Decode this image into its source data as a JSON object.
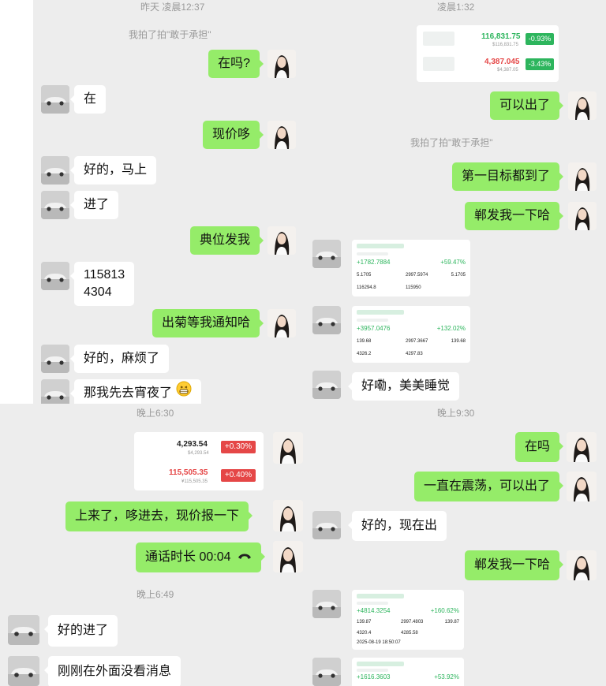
{
  "panels": {
    "top_left": {
      "timestamp": "昨天 凌晨12:37",
      "system_notice": "我拍了拍\"敢于承担\"",
      "messages": [
        {
          "side": "me",
          "text": "在吗?"
        },
        {
          "side": "other",
          "text": "在"
        },
        {
          "side": "me",
          "text": "现价哆"
        },
        {
          "side": "other",
          "text": "好的，马上"
        },
        {
          "side": "other",
          "text": "进了"
        },
        {
          "side": "me",
          "text": "典位发我"
        },
        {
          "side": "other",
          "lines": [
            "115813",
            "4304"
          ]
        },
        {
          "side": "me",
          "text": "出菊等我通知哈"
        },
        {
          "side": "other",
          "text": "好的，麻烦了"
        },
        {
          "side": "other",
          "text": "那我先去宵夜了",
          "emoji": "grin-emoji"
        }
      ]
    },
    "top_right": {
      "timestamp": "凌晨1:32",
      "ticker_card": {
        "rows": [
          {
            "price": "116,831.75",
            "sub": "$116,831.75",
            "change": "-0.93%",
            "color": "#2db55d"
          },
          {
            "price": "4,387.045",
            "sub": "$4,387.05",
            "change": "-3.43%",
            "color": "#e54747"
          }
        ]
      },
      "messages_a": [
        {
          "side": "me",
          "text": "可以出了"
        }
      ],
      "system_notice": "我拍了拍\"敢于承担\"",
      "messages_b": [
        {
          "side": "me",
          "text": "第一目标都到了"
        },
        {
          "side": "me",
          "text": "郸发我一下哈"
        }
      ],
      "trade_cards": [
        {
          "pnl": "+1782.7884",
          "roi": "+59.47%",
          "v1": "5.1705",
          "v2": "2997.5974",
          "v3": "5.1705",
          "v4": "116294.8",
          "v5": "115950"
        },
        {
          "pnl": "+3957.0476",
          "roi": "+132.02%",
          "v1": "139.68",
          "v2": "2997.3667",
          "v3": "139.68",
          "v4": "4326.2",
          "v5": "4297.83"
        }
      ],
      "messages_c": [
        {
          "side": "other",
          "text": "好嘞，美美睡觉"
        }
      ]
    },
    "bottom_left": {
      "timestamp": "晚上6:30",
      "ticker_card": {
        "rows": [
          {
            "price": "4,293.54",
            "sub": "$4,293.54",
            "change": "+0.30%",
            "color": "#222222"
          },
          {
            "price": "115,505.35",
            "sub": "¥115,505.35",
            "change": "+0.40%",
            "color": "#e54747"
          }
        ]
      },
      "messages_a": [
        {
          "side": "me",
          "text": "上来了，哆进去，现价报一下"
        },
        {
          "side": "me",
          "text": "通话时长  00:04",
          "icon": "phone-hangup-icon"
        }
      ],
      "timestamp_2": "晚上6:49",
      "messages_b": [
        {
          "side": "other",
          "text": "好的进了"
        },
        {
          "side": "other",
          "text": "刚刚在外面没看消息"
        }
      ]
    },
    "bottom_right": {
      "timestamp": "晚上9:30",
      "messages_a": [
        {
          "side": "me",
          "text": "在吗"
        },
        {
          "side": "me",
          "text": "一直在震荡，可以出了"
        },
        {
          "side": "other",
          "text": "好的，现在出"
        },
        {
          "side": "me",
          "text": "郸发我一下哈"
        }
      ],
      "trade_cards": [
        {
          "pnl": "+4814.3254",
          "roi": "+160.62%",
          "v1": "139.87",
          "v2": "2997.4803",
          "v3": "139.87",
          "v4": "4320.4",
          "v5": "4285.58",
          "date": "2025-08-19 18:50:07"
        },
        {
          "pnl": "+1616.3603",
          "roi": "+53.92%"
        }
      ]
    }
  },
  "colors": {
    "my_bubble": "#95ec69",
    "other_bubble": "#ffffff",
    "background": "#ededed",
    "gain_green": "#2db55d",
    "loss_red": "#e54747"
  }
}
